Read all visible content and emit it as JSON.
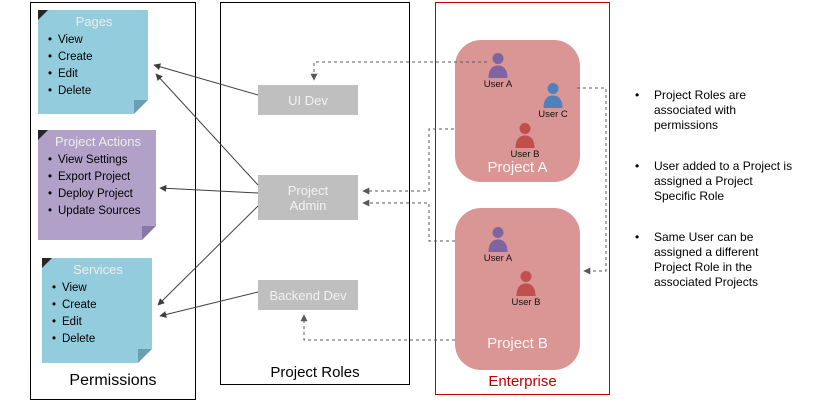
{
  "permissions_panel": {
    "label": "Permissions",
    "notes": [
      {
        "title": "Pages",
        "color": "#93CDDD",
        "items": [
          "View",
          "Create",
          "Edit",
          "Delete"
        ]
      },
      {
        "title": "Project Actions",
        "color": "#B1A0C7",
        "items": [
          "View Settings",
          "Export Project",
          "Deploy Project",
          "Update Sources"
        ]
      },
      {
        "title": "Services",
        "color": "#93CDDD",
        "items": [
          "View",
          "Create",
          "Edit",
          "Delete"
        ]
      }
    ]
  },
  "roles_panel": {
    "label": "Project Roles",
    "box_color": "#BFBFBF",
    "roles": [
      {
        "label": "UI Dev"
      },
      {
        "label": "Project Admin"
      },
      {
        "label": "Backend Dev"
      }
    ]
  },
  "enterprise_panel": {
    "label": "Enterprise",
    "border_color": "#C00000",
    "project_color": "#D99694",
    "projects": [
      {
        "name": "Project A",
        "users": [
          {
            "name": "User A",
            "color": "#8064A2"
          },
          {
            "name": "User C",
            "color": "#4F81BD"
          },
          {
            "name": "User B",
            "color": "#C0504D"
          }
        ]
      },
      {
        "name": "Project B",
        "users": [
          {
            "name": "User A",
            "color": "#8064A2"
          },
          {
            "name": "User B",
            "color": "#C0504D"
          }
        ]
      }
    ]
  },
  "side_notes": {
    "bullets": [
      "Project Roles are associated with permissions",
      "User added to a Project is assigned a Project Specific Role",
      "Same User can be assigned a different Project Role in the associated Projects"
    ]
  },
  "connections": {
    "solid": [
      {
        "from": "UI Dev",
        "to": "Pages"
      },
      {
        "from": "Project Admin",
        "to": "Pages"
      },
      {
        "from": "Project Admin",
        "to": "Project Actions"
      },
      {
        "from": "Project Admin",
        "to": "Services"
      },
      {
        "from": "Backend Dev",
        "to": "Services"
      }
    ],
    "dashed": [
      {
        "from": "Project A",
        "to": "UI Dev"
      },
      {
        "from": "Project A",
        "to": "Project Admin"
      },
      {
        "from": "Project B",
        "to": "Project Admin"
      },
      {
        "from": "Project B",
        "to": "Backend Dev"
      },
      {
        "from": "Project A users",
        "to": "Project B"
      }
    ]
  }
}
